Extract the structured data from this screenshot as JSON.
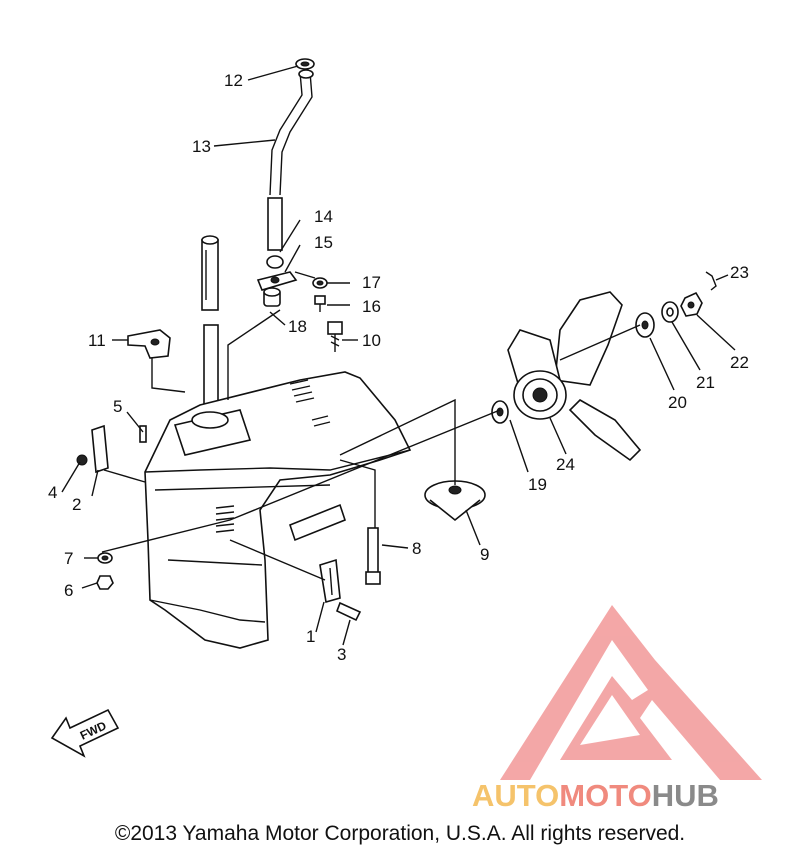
{
  "callouts": [
    {
      "id": "1",
      "label": "1"
    },
    {
      "id": "2",
      "label": "2"
    },
    {
      "id": "3",
      "label": "3"
    },
    {
      "id": "4",
      "label": "4"
    },
    {
      "id": "5",
      "label": "5"
    },
    {
      "id": "6",
      "label": "6"
    },
    {
      "id": "7",
      "label": "7"
    },
    {
      "id": "8",
      "label": "8"
    },
    {
      "id": "9",
      "label": "9"
    },
    {
      "id": "10",
      "label": "10"
    },
    {
      "id": "11",
      "label": "11"
    },
    {
      "id": "12",
      "label": "12"
    },
    {
      "id": "13",
      "label": "13"
    },
    {
      "id": "14",
      "label": "14"
    },
    {
      "id": "15",
      "label": "15"
    },
    {
      "id": "16",
      "label": "16"
    },
    {
      "id": "17",
      "label": "17"
    },
    {
      "id": "18",
      "label": "18"
    },
    {
      "id": "19",
      "label": "19"
    },
    {
      "id": "20",
      "label": "20"
    },
    {
      "id": "21",
      "label": "21"
    },
    {
      "id": "22",
      "label": "22"
    },
    {
      "id": "23",
      "label": "23"
    },
    {
      "id": "24",
      "label": "24"
    }
  ],
  "fwd_arrow": {
    "label": "FWD"
  },
  "watermark": {
    "part1": "AUTO",
    "part2": "MOTO",
    "part3": "HUB",
    "color_auto": "#f5c36b",
    "color_moto": "#f08a7e",
    "color_hub": "#8a8a8a",
    "logo_color": "#f08a8a"
  },
  "copyright": "©2013 Yamaha Motor Corporation, U.S.A. All rights reserved."
}
